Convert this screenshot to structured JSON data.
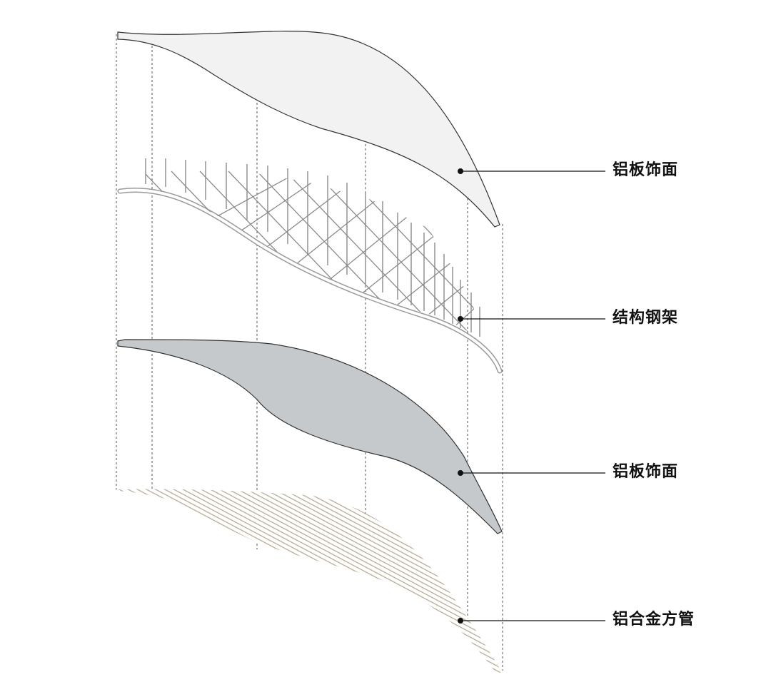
{
  "layers": [
    {
      "id": "top-panel",
      "label": "铝板饰面",
      "fill": "#f2f2f2"
    },
    {
      "id": "steel-frame",
      "label": "结构钢架",
      "fill": "#e8e8e8"
    },
    {
      "id": "bottom-panel",
      "label": "铝板饰面",
      "fill": "#c6c9cc"
    },
    {
      "id": "aluminum-tubes",
      "label": "铝合金方管",
      "fill": "#b7ab95"
    }
  ],
  "colors": {
    "outline": "#333333",
    "guide": "#555555",
    "leader": "#111111"
  }
}
